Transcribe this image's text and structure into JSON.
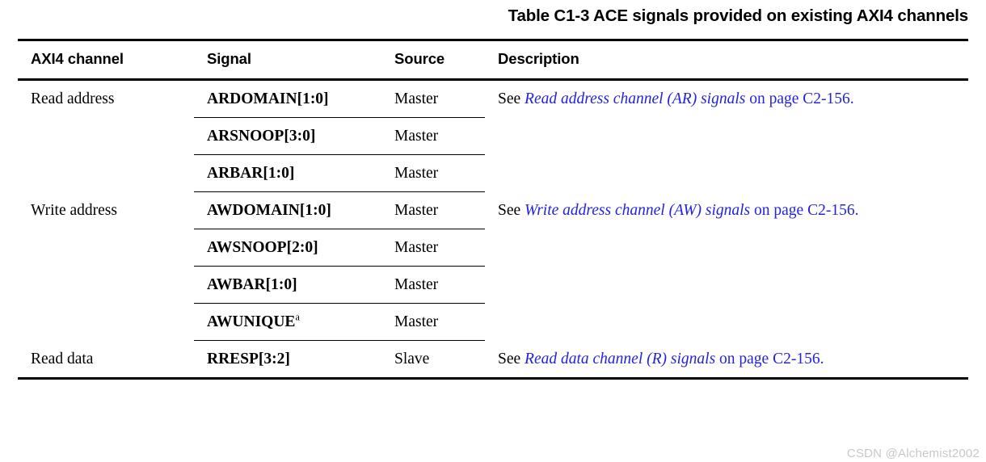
{
  "caption": "Table C1-3 ACE signals provided on existing AXI4 channels",
  "table": {
    "headers": {
      "channel": "AXI4 channel",
      "signal": "Signal",
      "source": "Source",
      "description": "Description"
    },
    "groups": [
      {
        "channel": "Read address",
        "description": {
          "prefix": "See ",
          "link": "Read address channel (AR) signals",
          "suffix": " on page C2-156."
        },
        "rows": [
          {
            "signal": "ARDOMAIN[1:0]",
            "footnote": "",
            "source": "Master"
          },
          {
            "signal": "ARSNOOP[3:0]",
            "footnote": "",
            "source": "Master"
          },
          {
            "signal": "ARBAR[1:0]",
            "footnote": "",
            "source": "Master"
          }
        ]
      },
      {
        "channel": "Write address",
        "description": {
          "prefix": "See ",
          "link": "Write address channel (AW) signals",
          "suffix": " on page C2-156."
        },
        "rows": [
          {
            "signal": "AWDOMAIN[1:0]",
            "footnote": "",
            "source": "Master"
          },
          {
            "signal": "AWSNOOP[2:0]",
            "footnote": "",
            "source": "Master"
          },
          {
            "signal": "AWBAR[1:0]",
            "footnote": "",
            "source": "Master"
          },
          {
            "signal": "AWUNIQUE",
            "footnote": "a",
            "source": "Master"
          }
        ]
      },
      {
        "channel": "Read data",
        "description": {
          "prefix": "See ",
          "link": "Read data channel (R) signals",
          "suffix": " on page C2-156."
        },
        "rows": [
          {
            "signal": "RRESP[3:2]",
            "footnote": "",
            "source": "Slave"
          }
        ]
      }
    ]
  },
  "watermark": "CSDN @Alchemist2002",
  "colors": {
    "link": "#2323dc",
    "text": "#000000",
    "rule": "#000000",
    "watermark": "#c8c8c8"
  }
}
